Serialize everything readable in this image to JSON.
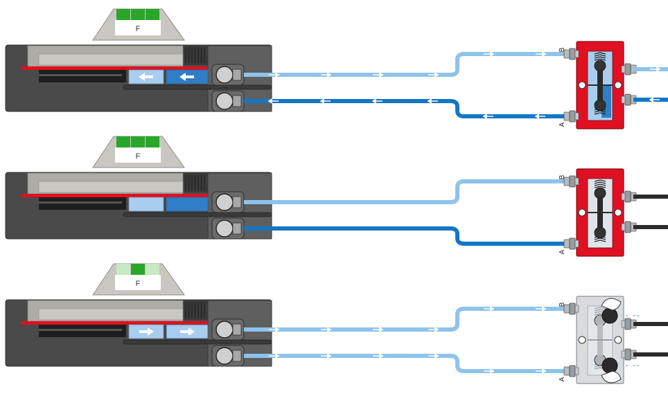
{
  "colors": {
    "body_dark": "#4a4a4a",
    "body_mid": "#5f5f5f",
    "guide_gray": "#aeaca6",
    "guide_light": "#c9c7c1",
    "tube_light": "#8ec3ea",
    "tube_dark": "#1577c4",
    "piston_light": "#a9cdee",
    "piston_dark": "#2f7ec6",
    "rail_red": "#e0101e",
    "valve_red": "#e01022",
    "valve_gray": "#d9dcdf",
    "green_on": "#2aa62a",
    "green_off": "#c9e8c4",
    "outlet_black": "#2b2b2b"
  },
  "icons": [
    "push-fitting-icon",
    "flow-arrow-icon",
    "piston-arrow-icon",
    "check-valve-icon",
    "hand-pointer-icon",
    "exhaust-arrow-icon"
  ],
  "scenes": [
    {
      "force_label": "F",
      "green_blocks": [
        "on",
        "on",
        "on"
      ],
      "piston_direction": "left",
      "valve_style": "red",
      "port_b_label": "B",
      "port_a_label": "A",
      "upper_tube": "light-flow-right",
      "lower_tube": "dark-flow-left",
      "valve_outlets": "blue",
      "manual_override": false
    },
    {
      "force_label": "F",
      "green_blocks": [
        "on",
        "on",
        "on"
      ],
      "piston_direction": "none",
      "valve_style": "red",
      "port_b_label": "B",
      "port_a_label": "A",
      "upper_tube": "light-static",
      "lower_tube": "dark-static",
      "valve_outlets": "black",
      "manual_override": false
    },
    {
      "force_label": "F",
      "green_blocks": [
        "off",
        "on",
        "off"
      ],
      "piston_direction": "right",
      "valve_style": "gray",
      "port_b_label": "B",
      "port_a_label": "A",
      "upper_tube": "light-flow-right",
      "lower_tube": "light-flow-right",
      "valve_outlets": "black",
      "manual_override": true
    }
  ]
}
